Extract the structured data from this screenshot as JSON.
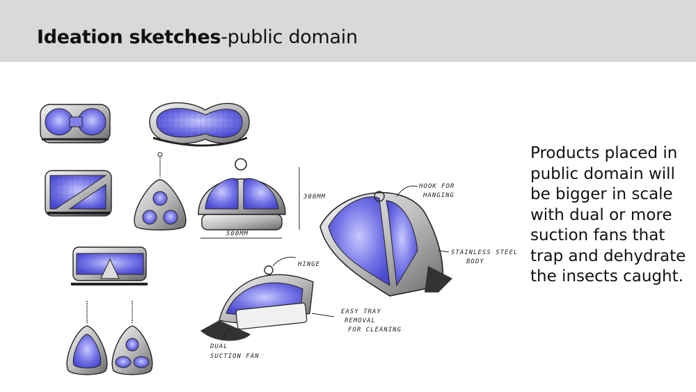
{
  "slide": {
    "title_bold": "Ideation sketches",
    "title_rest": "-public domain",
    "body": "Products placed in public domain will be bigger in scale with dual or more suction fans that trap and dehydrate the insects caught."
  },
  "annotations": {
    "hook": [
      "HOOK FOR",
      "HANGING"
    ],
    "body": [
      "STAINLESS STEEL",
      "BODY"
    ],
    "hinge": "HINGE",
    "tray": [
      "EASY TRAY",
      "REMOVAL",
      "FOR CLEANING"
    ],
    "fan": [
      "DUAL",
      "SUCTION FAN"
    ],
    "height": "300MM",
    "width": "500MM"
  },
  "colors": {
    "title_bar": "#d9d9d9",
    "sketch_fill": "#6a6ae0"
  }
}
